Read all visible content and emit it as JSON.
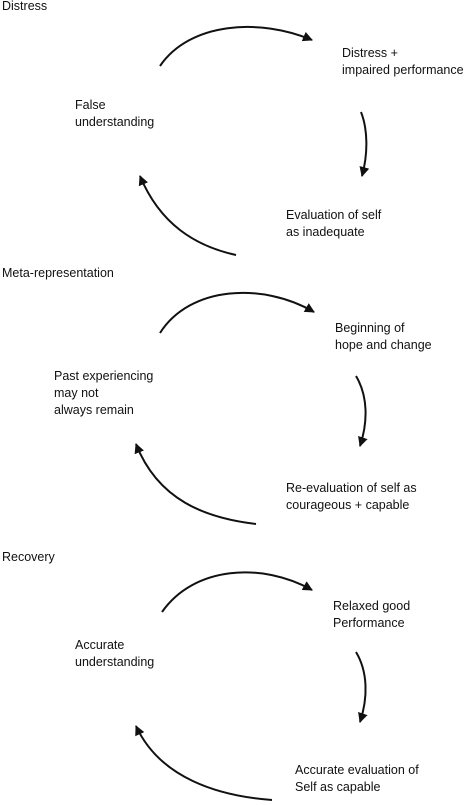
{
  "sections": [
    {
      "title": "Distress",
      "nodes": {
        "top_right": "Distress +\nimpaired performance",
        "bottom_right": "Evaluation of self\nas inadequate",
        "left": "False\nunderstanding"
      }
    },
    {
      "title": "Meta-representation",
      "nodes": {
        "top_right": "Beginning of\nhope and change",
        "bottom_right": "Re-evaluation of self as\ncourageous + capable",
        "left": "Past experiencing\nmay not\nalways remain"
      }
    },
    {
      "title": "Recovery",
      "nodes": {
        "top_right": "Relaxed good\nPerformance",
        "bottom_right": "Accurate evaluation of\nSelf as capable",
        "left": "Accurate\nunderstanding"
      }
    }
  ],
  "colors": {
    "ink": "#111111",
    "background": "#ffffff"
  }
}
